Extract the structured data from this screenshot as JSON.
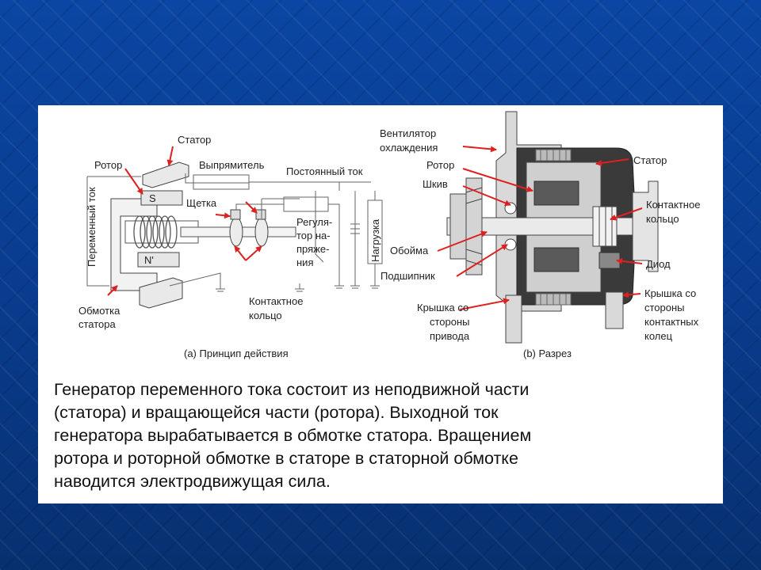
{
  "colors": {
    "background": "#0b3d8a",
    "panel": "#ffffff",
    "arrow": "#e02020",
    "line": "#555555",
    "dark_housing": "#3a3a3a"
  },
  "diagram": {
    "left": {
      "labels": {
        "stator": "Статор",
        "rotor": "Ротор",
        "rectifier": "Выпрямитель",
        "dc_current": "Постоянный ток",
        "ac_current": "Переменный ток",
        "brush": "Щетка",
        "regulator_1": "Регуля-",
        "regulator_2": "тор на-",
        "regulator_3": "пряже-",
        "regulator_4": "ния",
        "load": "Нагрузка",
        "stator_winding_1": "Обмотка",
        "stator_winding_2": "статора",
        "slip_ring_1": "Контактное",
        "slip_ring_2": "кольцо",
        "pole_s": "S",
        "pole_n": "N'"
      },
      "caption": "(a) Принцип действия"
    },
    "right": {
      "labels": {
        "fan_1": "Вентилятор",
        "fan_2": "охлаждения",
        "rotor": "Ротор",
        "pulley": "Шкив",
        "stator": "Статор",
        "slip_ring_1": "Контактное",
        "slip_ring_2": "кольцо",
        "retainer": "Обойма",
        "bearing": "Подшипник",
        "diode": "Диод",
        "drive_cover_1": "Крышка со",
        "drive_cover_2": "стороны",
        "drive_cover_3": "привода",
        "ring_cover_1": "Крышка со",
        "ring_cover_2": "стороны",
        "ring_cover_3": "контактных",
        "ring_cover_4": "колец"
      },
      "caption": "(b) Разрез"
    }
  },
  "description": {
    "line1": "Генератор переменного тока состоит из неподвижной части",
    "line2": "(статора) и вращающейся части (ротора). Выходной ток",
    "line3": "генератора вырабатывается в обмотке статора. Вращением",
    "line4": "ротора и роторной обмотке в статоре в статорной обмотке",
    "line5": "наводится электродвижущая сила."
  }
}
